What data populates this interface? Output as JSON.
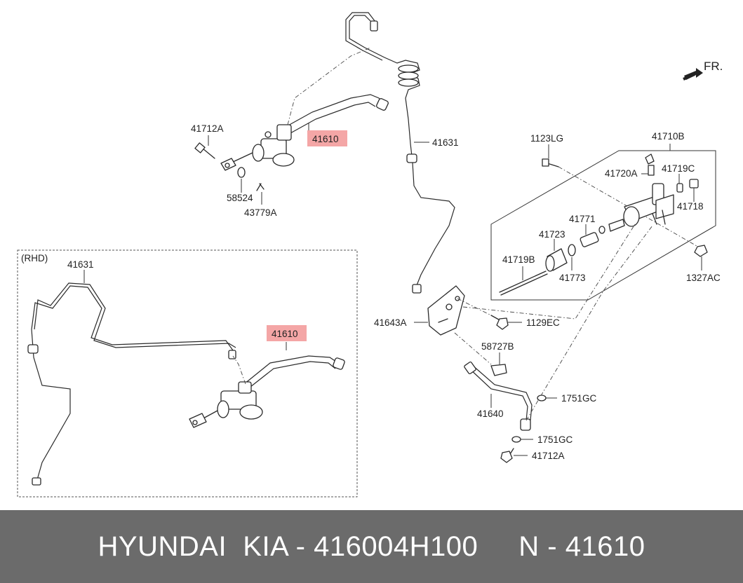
{
  "diagram": {
    "direction_label": "FR.",
    "rhd_label": "(RHD)",
    "highlight_color": "#f4a6a6",
    "labels": {
      "p41610_top": "41610",
      "p41631_top": "41631",
      "p41712A_top": "41712A",
      "p58524": "58524",
      "p43779A": "43779A",
      "p41710B": "41710B",
      "p1123LG": "1123LG",
      "p41720A": "41720A",
      "p41719C": "41719C",
      "p41718": "41718",
      "p41771": "41771",
      "p41723": "41723",
      "p41719B": "41719B",
      "p41773": "41773",
      "p1327AC": "1327AC",
      "p41643A": "41643A",
      "p1129EC": "1129EC",
      "p58727B": "58727B",
      "p41640": "41640",
      "p1751GC_a": "1751GC",
      "p1751GC_b": "1751GC",
      "p41712A_bottom": "41712A",
      "p41631_rhd": "41631",
      "p41610_rhd": "41610"
    }
  },
  "footer": {
    "text": "HYUNDAI  KIA - 416004H100     N - 41610"
  }
}
